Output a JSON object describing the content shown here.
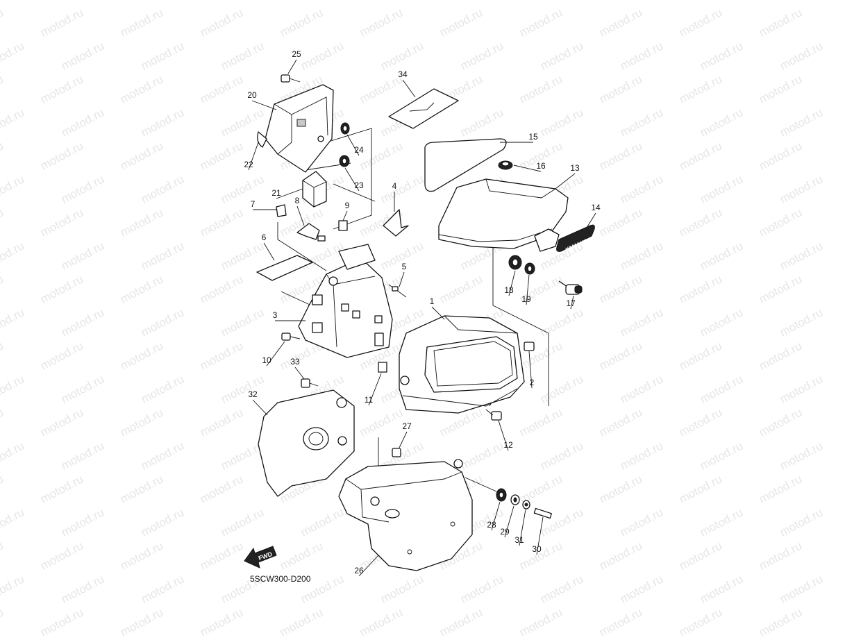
{
  "watermark": "motod.ru",
  "diagram_code": "5SCW300-D200",
  "fwd_label": "FWD",
  "emblem_text": "YAMAHA",
  "callouts": [
    {
      "label": "25"
    },
    {
      "label": "20"
    },
    {
      "label": "22"
    },
    {
      "label": "24"
    },
    {
      "label": "23"
    },
    {
      "label": "21"
    },
    {
      "label": "34"
    },
    {
      "label": "15"
    },
    {
      "label": "16"
    },
    {
      "label": "13"
    },
    {
      "label": "14"
    },
    {
      "label": "7"
    },
    {
      "label": "8"
    },
    {
      "label": "9"
    },
    {
      "label": "4"
    },
    {
      "label": "6"
    },
    {
      "label": "5"
    },
    {
      "label": "3"
    },
    {
      "label": "10"
    },
    {
      "label": "18"
    },
    {
      "label": "19"
    },
    {
      "label": "17"
    },
    {
      "label": "1"
    },
    {
      "label": "2"
    },
    {
      "label": "11"
    },
    {
      "label": "33"
    },
    {
      "label": "32"
    },
    {
      "label": "12"
    },
    {
      "label": "27"
    },
    {
      "label": "28"
    },
    {
      "label": "29"
    },
    {
      "label": "31"
    },
    {
      "label": "30"
    },
    {
      "label": "26"
    }
  ]
}
